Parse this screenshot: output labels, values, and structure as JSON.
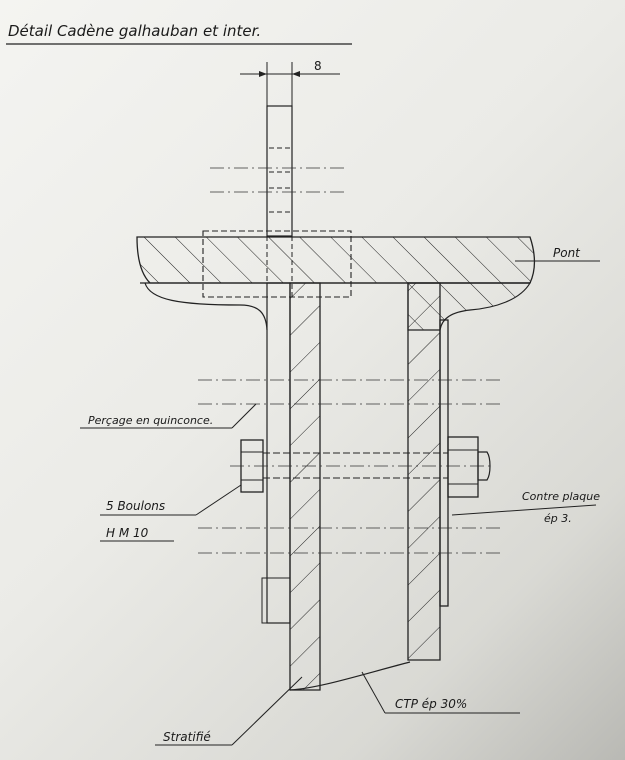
{
  "title": "Détail Cadène galhauban et inter.",
  "dimension": "8",
  "labels": {
    "pont": "Pont",
    "percage": "Perçage en quinconce.",
    "boulons_line1": "5 Boulons",
    "boulons_line2": "H M 10",
    "contre_plaque_line1": "Contre plaque",
    "contre_plaque_line2": "ép 3.",
    "ctp": "CTP ép 30%",
    "stratifie": "Stratifié"
  }
}
